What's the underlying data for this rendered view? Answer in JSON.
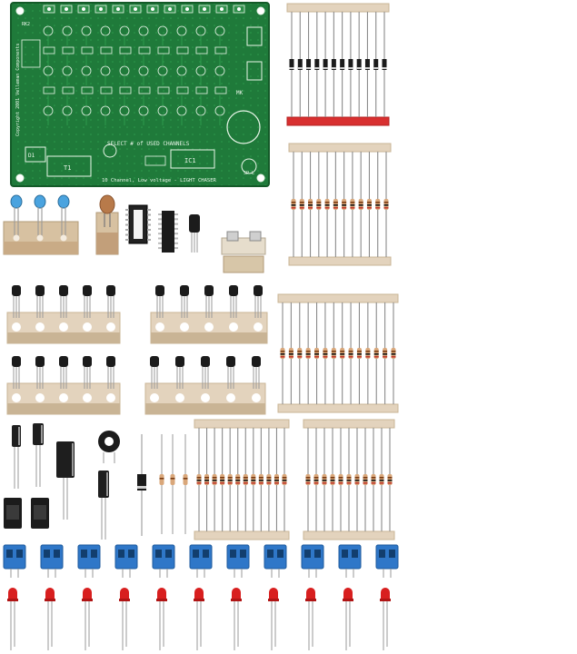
{
  "photo": {
    "subject": "electronic kit components",
    "colors": {
      "pcb": "#1f7a3a",
      "pcb_dark": "#145a28",
      "silk": "#e8f5e8",
      "tape": "#e3d3bd",
      "tape_dark": "#c9b495",
      "led_red": "#d81f1f",
      "terminal_blue": "#2f77c8",
      "diode_band": "#d83030",
      "chip": "#1b1b1b"
    }
  },
  "pcb": {
    "label_select": "SELECT # of USED CHANNELS",
    "label_title": "10 Channel, Low voltage - LIGHT CHASER",
    "label_side": "Copyright 2001 Velleman Components",
    "label_ic": "IC1",
    "label_t1": "T1",
    "label_d1": "D1",
    "label_mode": "MK",
    "label_extra": "RK2",
    "label_badge": "SP-L"
  }
}
